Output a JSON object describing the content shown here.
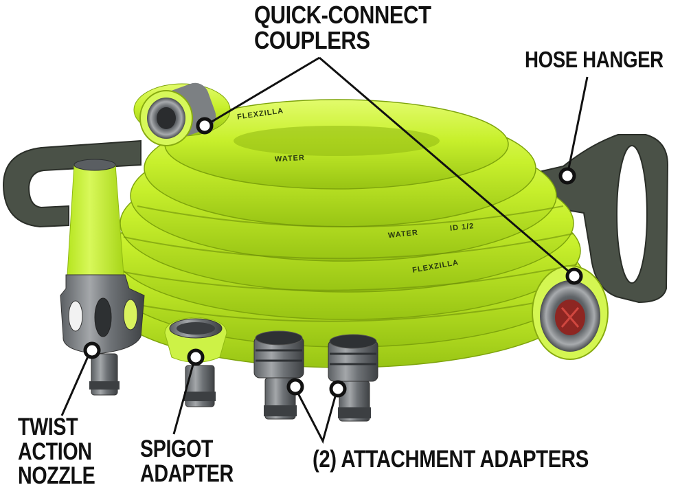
{
  "image": {
    "subject": "Flexzilla garden hose kit with accessories",
    "background": "#ffffff"
  },
  "colors": {
    "hose_green": "#c6ef2a",
    "hose_green_light": "#dcfa5c",
    "hose_green_dark": "#93c012",
    "hanger_gray": "#4a5147",
    "metal_gray": "#8a8d8f",
    "metal_dark": "#4b4e52",
    "valve_red": "#b02a24",
    "callout_line": "#111111",
    "label_text": "#111111"
  },
  "callouts": [
    {
      "id": "quick-connect-couplers",
      "lines": [
        "QUICK-CONNECT",
        "COUPLERS"
      ]
    },
    {
      "id": "hose-hanger",
      "lines": [
        "HOSE HANGER"
      ]
    },
    {
      "id": "twist-action-nozzle",
      "lines": [
        "TWIST",
        "ACTION",
        "NOZZLE"
      ]
    },
    {
      "id": "spigot-adapter",
      "lines": [
        "SPIGOT",
        "ADAPTER"
      ]
    },
    {
      "id": "attachment-adapters",
      "lines": [
        "(2) ATTACHMENT ADAPTERS"
      ]
    }
  ],
  "hose_printing": {
    "brand": "FLEXZILLA",
    "type": "WATER",
    "spec": "ID 1/2"
  }
}
